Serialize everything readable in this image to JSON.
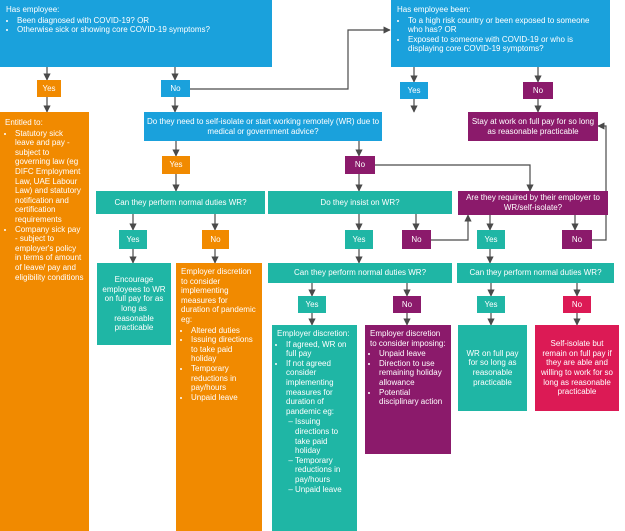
{
  "colors": {
    "blue": "#1aa1dc",
    "orange": "#f18a00",
    "purple": "#8b1a6b",
    "teal": "#1fb6a5",
    "pink": "#dc1a55",
    "connector": "#4a4a4a"
  },
  "box_a": {
    "title": "Has employee:",
    "items": [
      "Been diagnosed with COVID-19? OR",
      "Otherwise sick or showing core COVID-19 symptoms?"
    ]
  },
  "box_b": {
    "title": "Has employee been:",
    "items": [
      "To a high risk country or been exposed to someone who has? OR",
      "Exposed to someone with COVID-19 or who is displaying core COVID-19 symptoms?"
    ]
  },
  "yes_a": "Yes",
  "no_a": "No",
  "yes_b": "Yes",
  "no_b": "No",
  "entitled": {
    "title": "Entitled to:",
    "items": [
      "Statutory sick leave and pay - subject to governing law (eg DIFC Employment Law, UAE Labour Law) and statutory notification and certification requirements",
      "Company sick pay - subject to employer's policy in terms of amount of leave/ pay and eligibility conditions"
    ]
  },
  "q_isolate": "Do they need to self-isolate or start working remotely (WR) due to medical or government advice?",
  "stay_work": "Stay at work on full pay for so long as reasonable practicable",
  "yes_isolate": "Yes",
  "no_isolate": "No",
  "q_perform_1": "Can they  perform normal duties WR?",
  "q_insist": "Do they insist on WR?",
  "q_required": "Are they required by their employer to WR/self-isolate?",
  "yes_perform_1": "Yes",
  "no_perform_1": "No",
  "yes_insist": "Yes",
  "no_insist": "No",
  "yes_required": "Yes",
  "no_required": "No",
  "encourage": "Encourage employees to WR on full pay for as long as reasonable practicable",
  "employer_disc_1": {
    "title": "Employer discretion to consider implementing measures for duration of pandemic eg:",
    "items": [
      "Altered duties",
      "Issuing directions to take paid holiday",
      "Temporary reductions in pay/hours",
      "Unpaid leave"
    ]
  },
  "q_perform_2": "Can they  perform normal duties WR?",
  "q_perform_3": "Can they  perform normal duties WR?",
  "yes_perform_2": "Yes",
  "no_perform_2": "No",
  "yes_perform_3": "Yes",
  "no_perform_3": "No",
  "employer_disc_2": {
    "title": "Employer discretion:",
    "items": [
      "If agreed, WR on full pay",
      "If not agreed consider implementing measures for duration of pandemic eg:"
    ],
    "subitems": [
      "Issuing directions to take paid holiday",
      "Temporary reductions in pay/hours",
      "Unpaid leave"
    ]
  },
  "employer_disc_3": {
    "title": "Employer discretion to consider imposing:",
    "items": [
      "Unpaid leave",
      "Direction to use remaining holiday allowance",
      "Potential disciplinary action"
    ]
  },
  "wr_full_pay": "WR on full pay for so long as reasonable practicable",
  "self_isolate": "Self-isolate but remain on full pay if they are able and willing to work for so long as reasonable practicable"
}
